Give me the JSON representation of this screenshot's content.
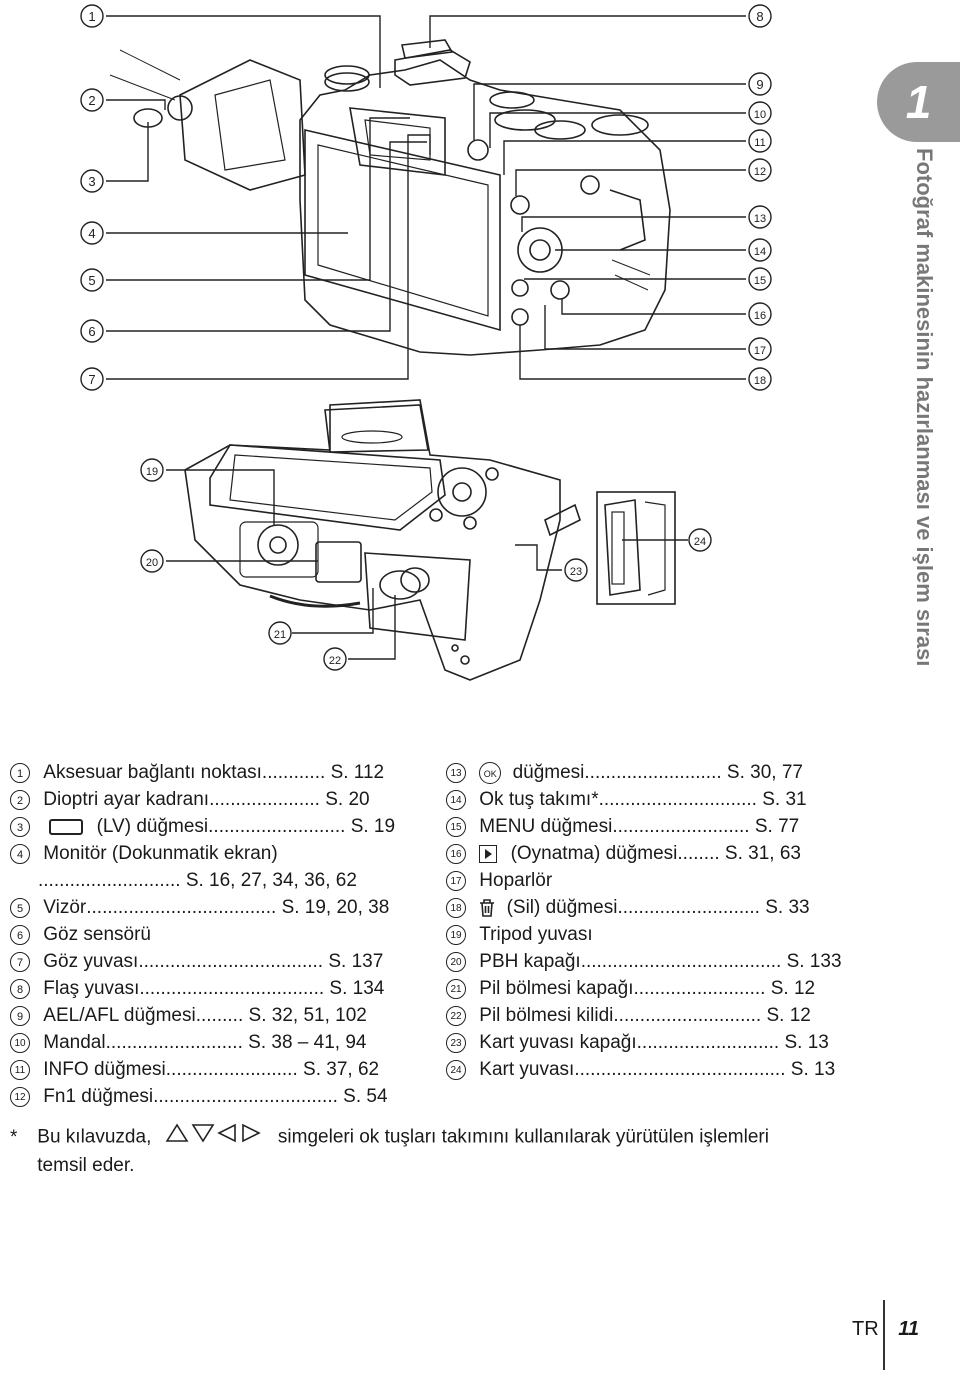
{
  "chapter": {
    "number": "1",
    "title": "Fotoğraf makinesinin hazırlanması ve işlem sırası"
  },
  "callouts": [
    "1",
    "2",
    "3",
    "4",
    "5",
    "6",
    "7",
    "8",
    "9",
    "10",
    "11",
    "12",
    "13",
    "14",
    "15",
    "16",
    "17",
    "18",
    "19",
    "20",
    "21",
    "22",
    "23",
    "24"
  ],
  "legend_left": [
    {
      "n": "1",
      "label": "Aksesuar bağlantı noktası",
      "ref": "S. 112"
    },
    {
      "n": "2",
      "label": "Dioptri ayar kadranı",
      "ref": "S. 20"
    },
    {
      "n": "3",
      "label": "(LV) düğmesi",
      "ref": "S. 19"
    },
    {
      "n": "4",
      "label": "Monitör (Dokunmatik ekran)",
      "ref": ""
    },
    {
      "n": "",
      "label": "",
      "ref": "S. 16, 27, 34, 36, 62"
    },
    {
      "n": "5",
      "label": "Vizör",
      "ref": "S. 19, 20, 38"
    },
    {
      "n": "6",
      "label": "Göz sensörü",
      "ref": ""
    },
    {
      "n": "7",
      "label": "Göz yuvası",
      "ref": "S. 137"
    },
    {
      "n": "8",
      "label": "Flaş yuvası",
      "ref": "S. 134"
    },
    {
      "n": "9",
      "label": "AEL/AFL düğmesi",
      "ref": "S. 32, 51, 102"
    },
    {
      "n": "10",
      "label": "Mandal",
      "ref": "S. 38 – 41, 94"
    },
    {
      "n": "11",
      "label": "INFO düğmesi",
      "ref": "S. 37, 62"
    },
    {
      "n": "12",
      "label": "Fn1 düğmesi",
      "ref": "S. 54"
    }
  ],
  "legend_right": [
    {
      "n": "13",
      "label": "düğmesi",
      "ref": "S. 30, 77"
    },
    {
      "n": "14",
      "label": "Ok tuş takımı*",
      "ref": "S. 31"
    },
    {
      "n": "15",
      "label": "MENU düğmesi",
      "ref": "S. 77"
    },
    {
      "n": "16",
      "label": "(Oynatma) düğmesi",
      "ref": "S. 31, 63"
    },
    {
      "n": "17",
      "label": "Hoparlör",
      "ref": ""
    },
    {
      "n": "18",
      "label": "(Sil) düğmesi",
      "ref": "S. 33"
    },
    {
      "n": "19",
      "label": "Tripod yuvası",
      "ref": ""
    },
    {
      "n": "20",
      "label": "PBH kapağı",
      "ref": "S. 133"
    },
    {
      "n": "21",
      "label": "Pil bölmesi kapağı",
      "ref": "S. 12"
    },
    {
      "n": "22",
      "label": "Pil bölmesi kilidi",
      "ref": "S. 12"
    },
    {
      "n": "23",
      "label": "Kart yuvası kapağı",
      "ref": "S. 13"
    },
    {
      "n": "24",
      "label": "Kart yuvası",
      "ref": "S. 13"
    }
  ],
  "ok_symbol": "OK",
  "footnote": {
    "star": "*",
    "before": "Bu kılavuzda,",
    "after": "simgeleri ok tuşları takımını kullanılarak yürütülen işlemleri",
    "line2": "temsil eder."
  },
  "footer": {
    "lang": "TR",
    "page": "11"
  }
}
